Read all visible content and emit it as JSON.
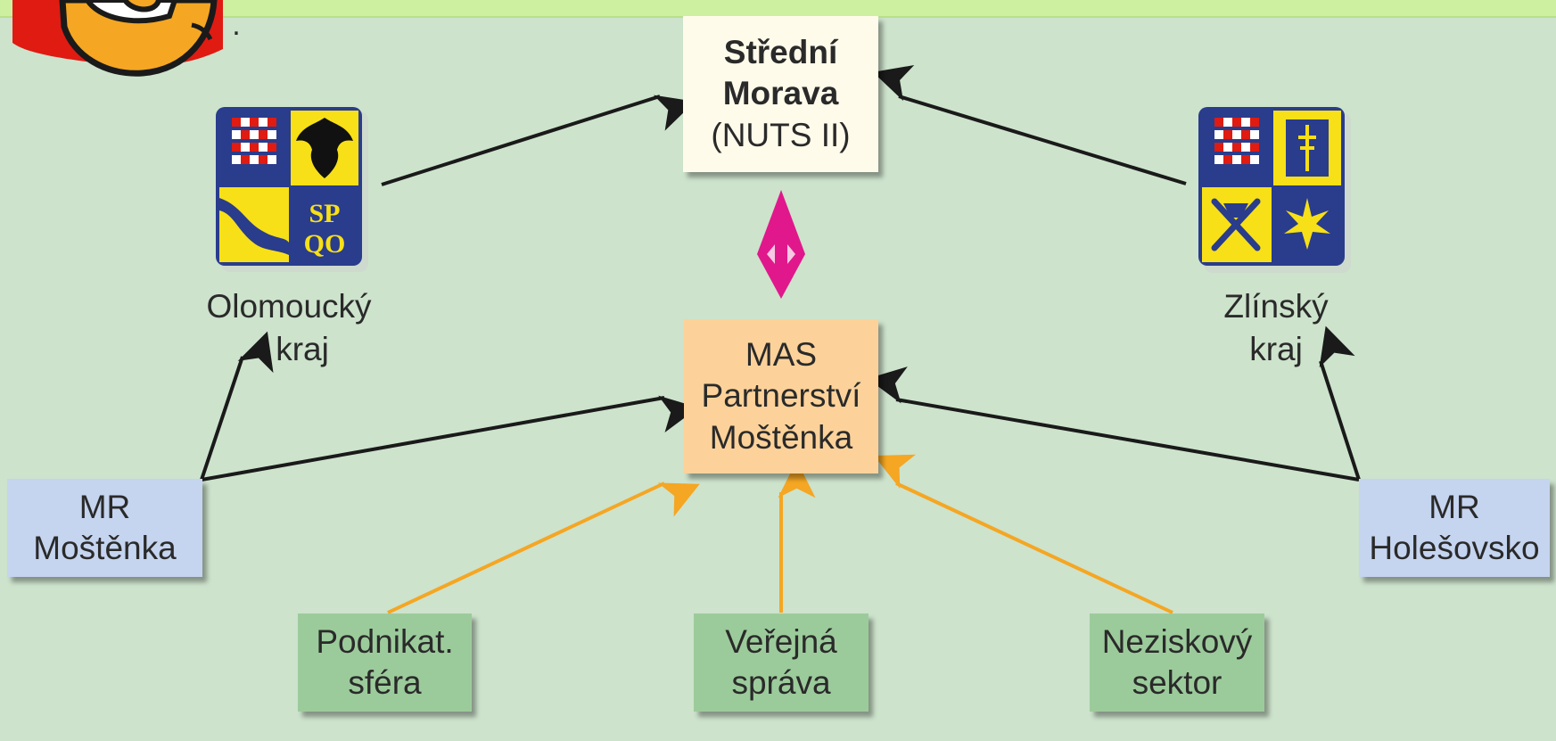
{
  "colors": {
    "black_arrow": "#1a1a1a",
    "orange_arrow": "#f5a623",
    "magenta_arrow": "#e0188c",
    "panel_bg": "#cde3cc",
    "box_nuts": "#fffbea",
    "box_mas": "#fcd29a",
    "box_mr": "#c5d4ef",
    "box_sector": "#9ccb9b"
  },
  "icons": [
    "cartoon-face-icon",
    "olomoucky-coat-of-arms-icon",
    "zlinsky-coat-of-arms-icon"
  ],
  "nodes": {
    "nuts": {
      "line1": "Střední",
      "line2": "Morava",
      "line3": "(NUTS II)"
    },
    "mas": {
      "line1": "MAS",
      "line2": "Partnerství",
      "line3": "Moštěnka"
    },
    "olomoucky": {
      "line1": "Olomoucký",
      "line2": "kraj",
      "emblem_text_1": "SP",
      "emblem_text_2": "QO"
    },
    "zlinsky": {
      "line1": "Zlínský",
      "line2": "kraj"
    },
    "mr_mostenka": {
      "line1": "MR",
      "line2": "Moštěnka"
    },
    "mr_holesovsko": {
      "line1": "MR",
      "line2": "Holešovsko"
    },
    "podnikat": {
      "line1": "Podnikat.",
      "line2": "sféra"
    },
    "verejna": {
      "line1": "Veřejná",
      "line2": "správa"
    },
    "neziskovy": {
      "line1": "Neziskový",
      "line2": "sektor"
    }
  },
  "corner_mark": "."
}
